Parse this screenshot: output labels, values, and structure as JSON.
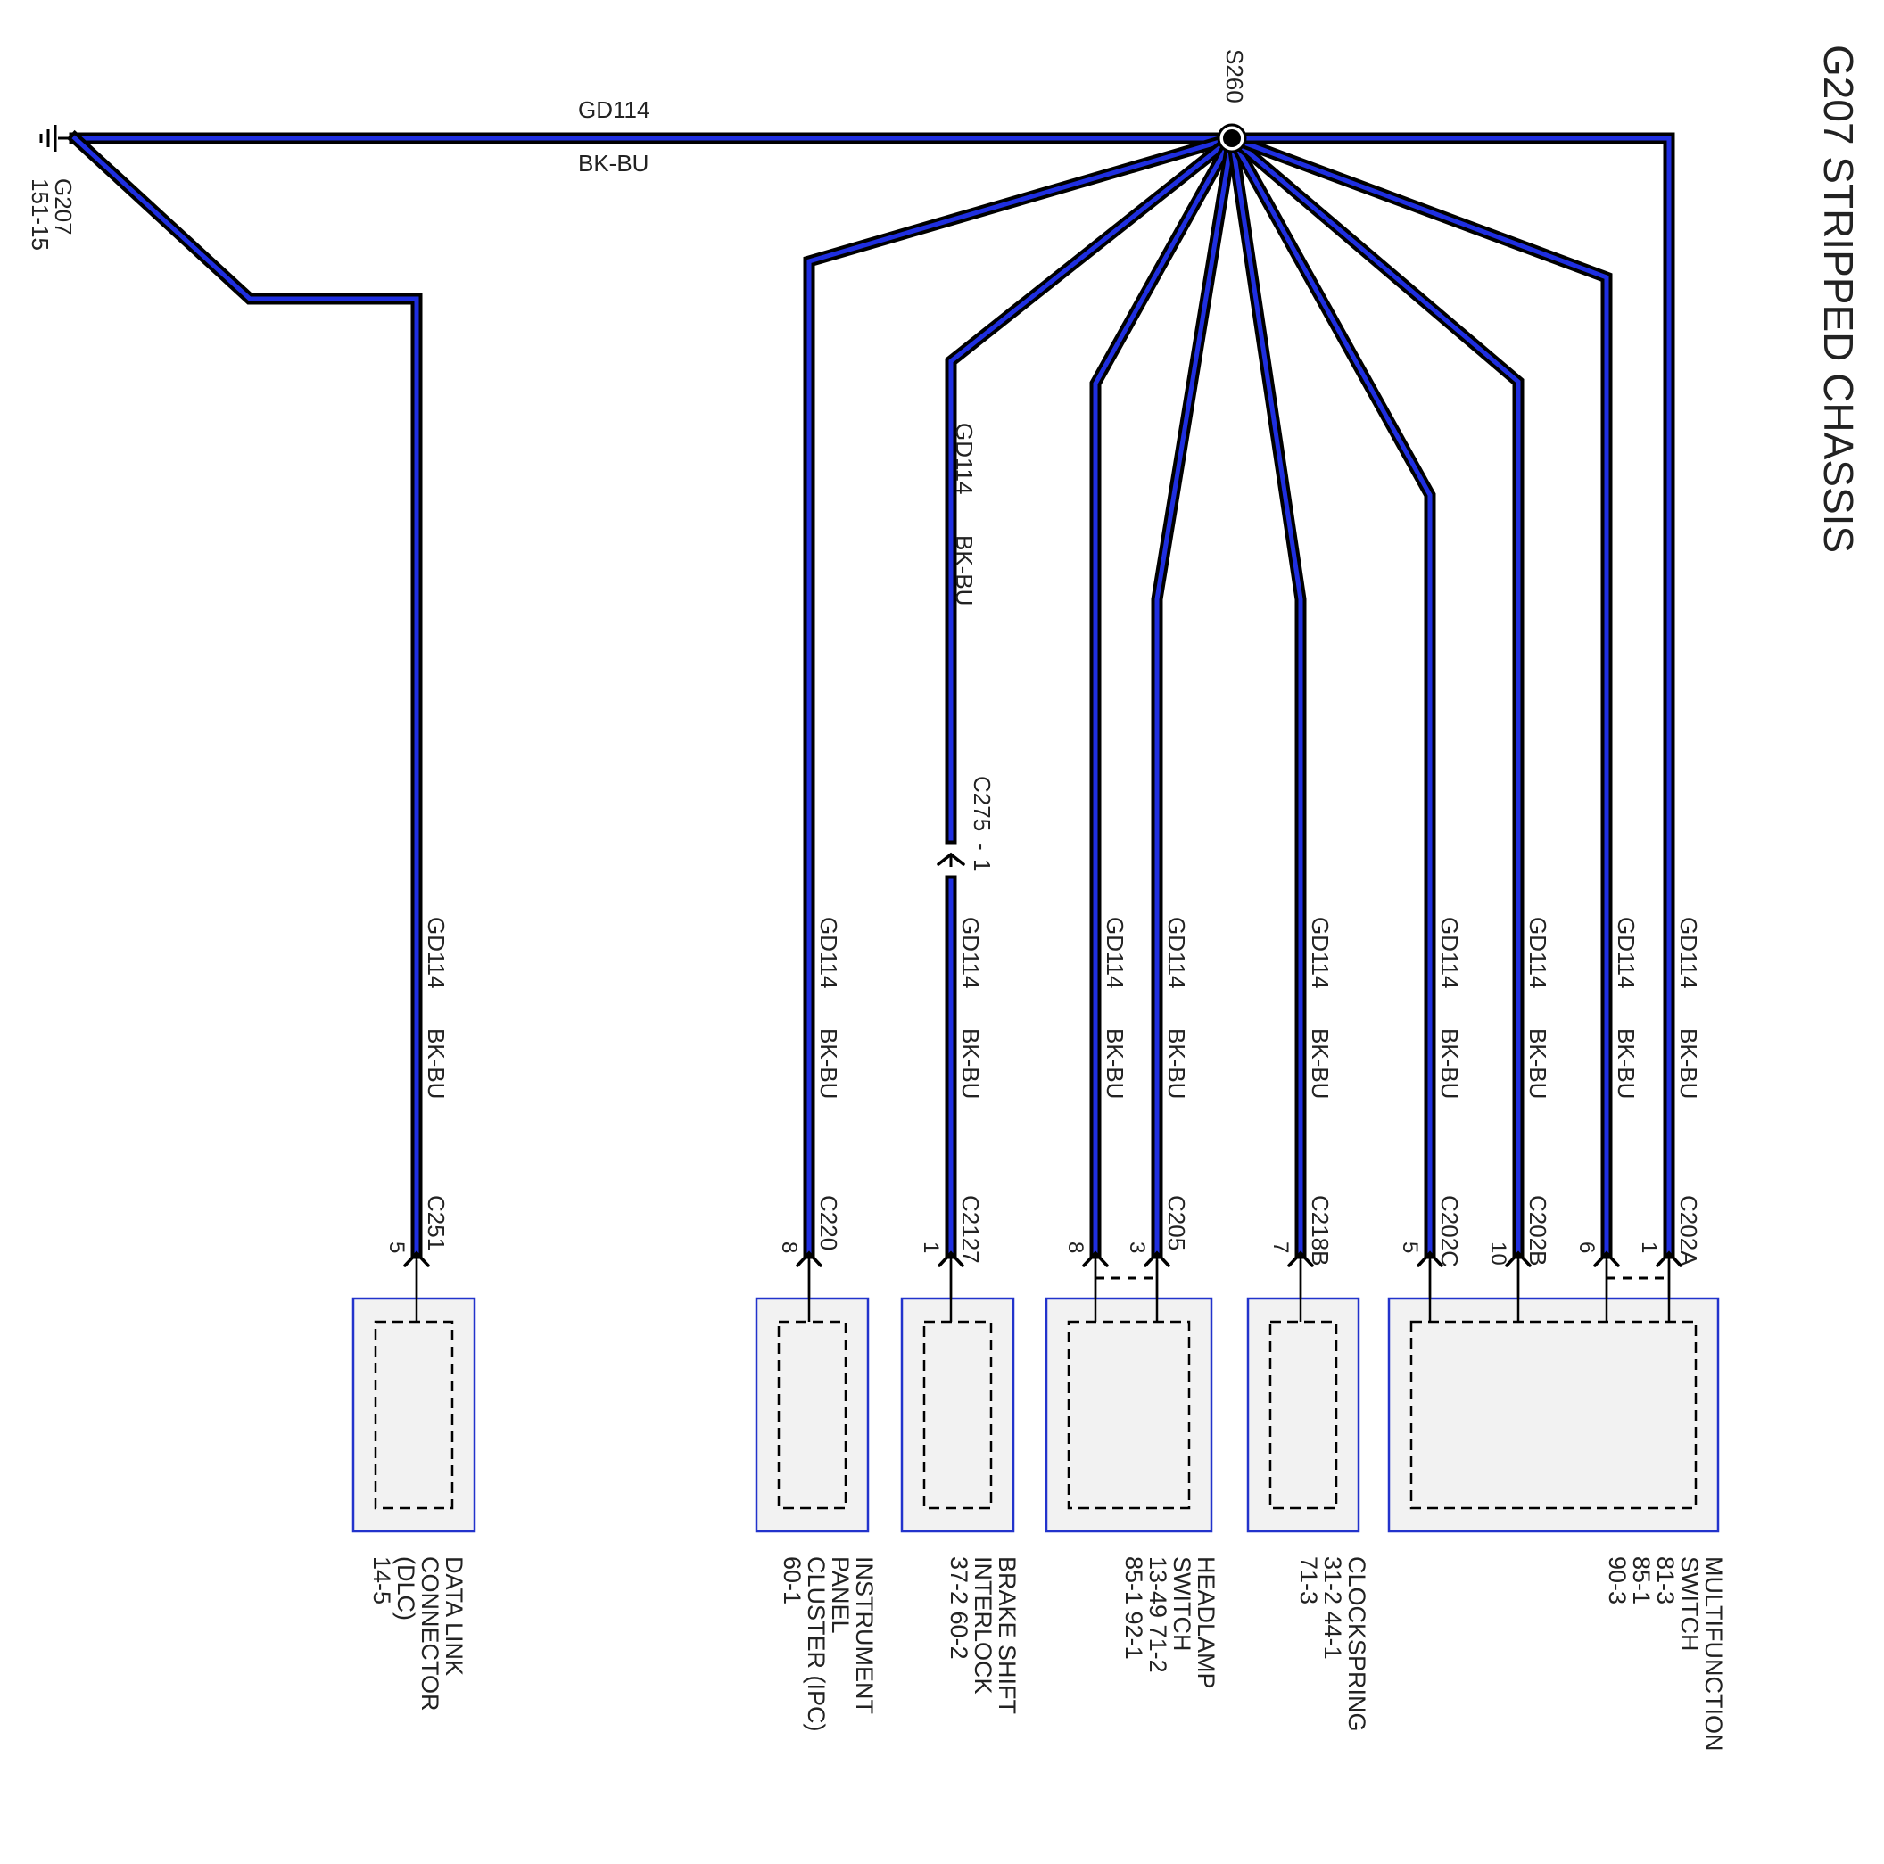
{
  "title": "G207 STRIPPED CHASSIS",
  "colors": {
    "wire_insulation": "#000000",
    "wire_stripe": "#1f2fe0",
    "component_border": "#2233cc",
    "component_fill": "#f2f2f2"
  },
  "ground": {
    "name": "G207",
    "ref": "151-15",
    "icon": "ground-icon"
  },
  "splice": {
    "name": "S260",
    "icon": "splice-dot-icon"
  },
  "trunk": {
    "circuit": "GD114",
    "color": "BK-BU"
  },
  "inline_connector": {
    "name": "C275",
    "pin": "1",
    "circuit": "GD114",
    "color": "BK-BU"
  },
  "branch_wires": [
    {
      "id": "dlc",
      "circuit": "GD114",
      "color": "BK-BU",
      "connector": "C251",
      "pin": "5"
    },
    {
      "id": "ipc",
      "circuit": "GD114",
      "color": "BK-BU",
      "connector": "C220",
      "pin": "8"
    },
    {
      "id": "bsi",
      "circuit": "GD114",
      "color": "BK-BU",
      "connector": "C2127",
      "pin": "1"
    },
    {
      "id": "hl8",
      "circuit": "GD114",
      "color": "BK-BU",
      "connector": "",
      "pin": "8"
    },
    {
      "id": "hl3",
      "circuit": "GD114",
      "color": "BK-BU",
      "connector": "C205",
      "pin": "3"
    },
    {
      "id": "cs",
      "circuit": "GD114",
      "color": "BK-BU",
      "connector": "C218B",
      "pin": "7"
    },
    {
      "id": "mf5",
      "circuit": "GD114",
      "color": "BK-BU",
      "connector": "C202C",
      "pin": "5"
    },
    {
      "id": "mf10",
      "circuit": "GD114",
      "color": "BK-BU",
      "connector": "C202B",
      "pin": "10"
    },
    {
      "id": "mf6",
      "circuit": "GD114",
      "color": "BK-BU",
      "connector": "",
      "pin": "6"
    },
    {
      "id": "mf1",
      "circuit": "GD114",
      "color": "BK-BU",
      "connector": "C202A",
      "pin": "1"
    }
  ],
  "components": [
    {
      "id": "dlc",
      "lines": [
        "DATA LINK",
        "CONNECTOR",
        "(DLC)",
        "14-5"
      ]
    },
    {
      "id": "ipc",
      "lines": [
        "INSTRUMENT",
        "PANEL",
        "CLUSTER (IPC)",
        "60-1"
      ]
    },
    {
      "id": "bsi",
      "lines": [
        "BRAKE SHIFT",
        "INTERLOCK",
        "37-2       60-2"
      ]
    },
    {
      "id": "headlamp",
      "lines": [
        "HEADLAMP",
        "SWITCH",
        "13-49    71-2",
        "85-1     92-1"
      ]
    },
    {
      "id": "clockspring",
      "lines": [
        "CLOCKSPRING",
        "31-2         44-1",
        "71-3"
      ]
    },
    {
      "id": "multifunction",
      "lines": [
        "MULTIFUNCTION",
        "SWITCH",
        "81-3",
        "85-1",
        "90-3"
      ]
    }
  ]
}
